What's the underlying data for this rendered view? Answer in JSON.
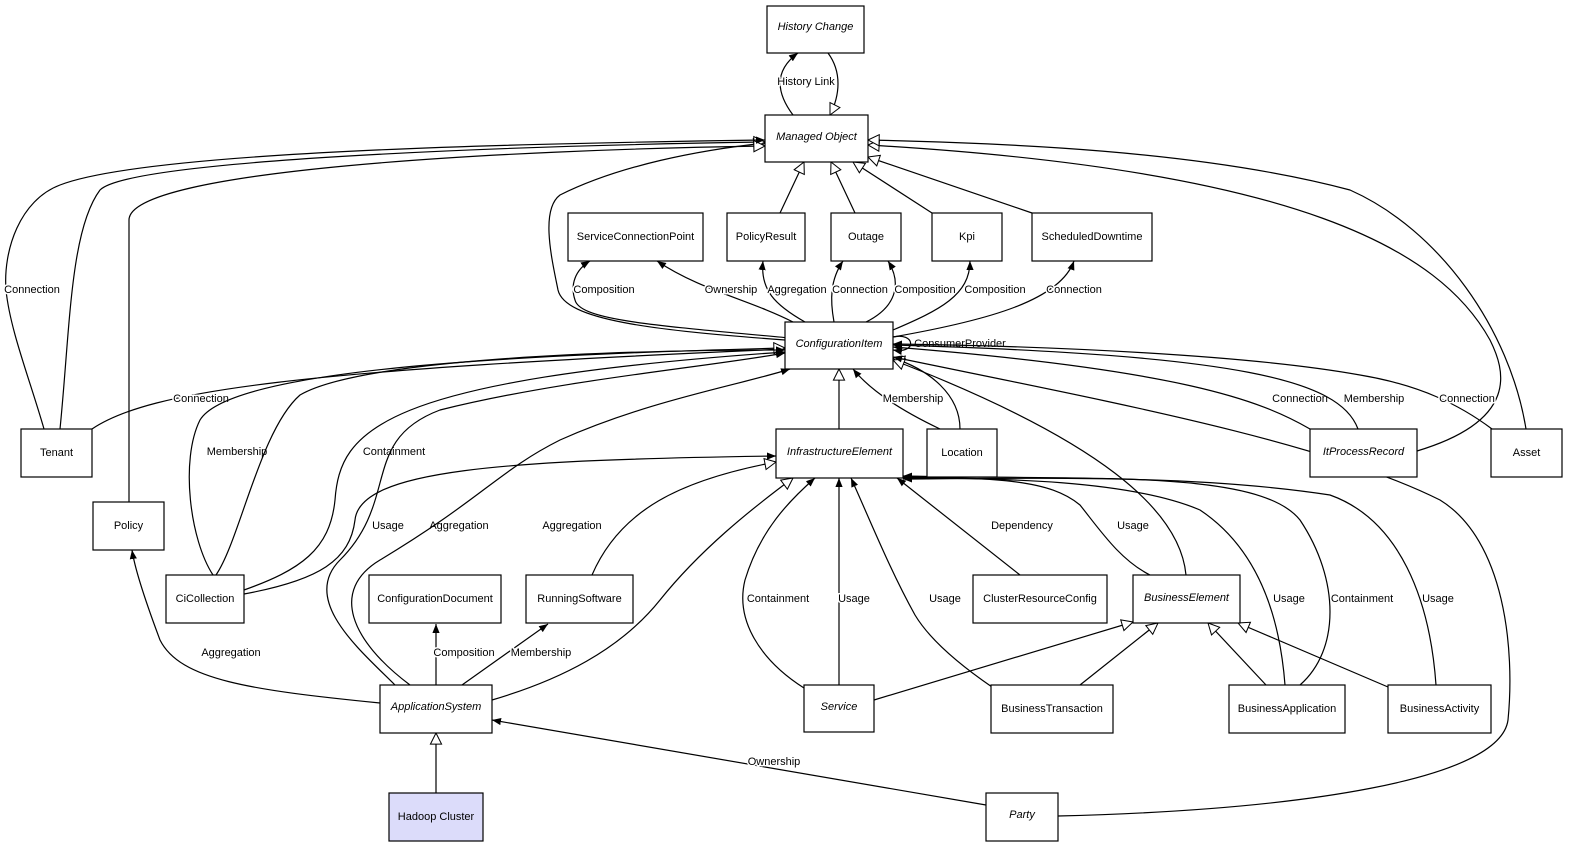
{
  "nodes": {
    "history_change": "History Change",
    "managed_object": "Managed Object",
    "service_connection_point": "ServiceConnectionPoint",
    "policy_result": "PolicyResult",
    "outage": "Outage",
    "kpi": "Kpi",
    "scheduled_downtime": "ScheduledDowntime",
    "configuration_item": "ConfigurationItem",
    "tenant": "Tenant",
    "infrastructure_element": "InfrastructureElement",
    "location": "Location",
    "it_process_record": "ItProcessRecord",
    "asset": "Asset",
    "policy": "Policy",
    "ci_collection": "CiCollection",
    "configuration_document": "ConfigurationDocument",
    "running_software": "RunningSoftware",
    "cluster_resource_config": "ClusterResourceConfig",
    "business_element": "BusinessElement",
    "application_system": "ApplicationSystem",
    "service": "Service",
    "business_transaction": "BusinessTransaction",
    "business_application": "BusinessApplication",
    "business_activity": "BusinessActivity",
    "hadoop_cluster": "Hadoop Cluster",
    "party": "Party"
  },
  "edge_labels": {
    "history_link": "History Link",
    "connection": "Connection",
    "composition": "Composition",
    "ownership": "Ownership",
    "aggregation": "Aggregation",
    "consumer_provider": "ConsumerProvider",
    "membership": "Membership",
    "containment": "Containment",
    "usage": "Usage",
    "dependency": "Dependency"
  }
}
